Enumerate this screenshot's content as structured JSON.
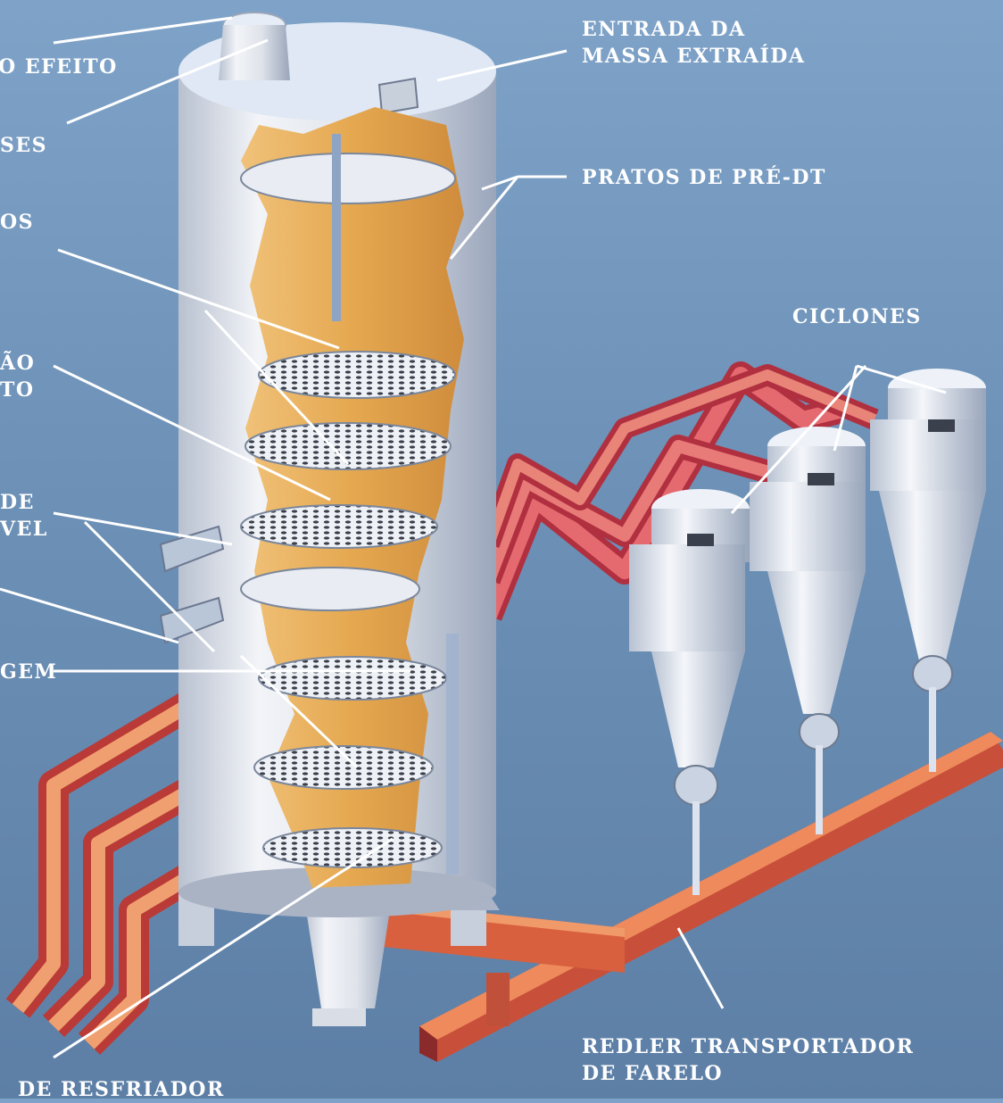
{
  "labels": {
    "top_effect": "O EFEITO",
    "gases": "SES",
    "os": "OS",
    "ao_line1": "ÃO",
    "ao_line2": "TO",
    "de_line1": "DE",
    "de_line2": "VEL",
    "gem": "GEM",
    "entrada_line1": "ENTRADA DA",
    "entrada_line2": "MASSA EXTRAÍDA",
    "pratos": "PRATOS DE PRÉ-DT",
    "ciclones": "CICLONES",
    "redler_line1": "REDLER TRANSPORTADOR",
    "redler_line2": "DE FARELO",
    "resfriador": "DE RESFRIADOR"
  },
  "colors": {
    "background": "#6e92b8",
    "vessel": "#d9dee8",
    "meal": "#e8b55a",
    "pipe": "#d8485a",
    "conveyor": "#e0744a"
  }
}
